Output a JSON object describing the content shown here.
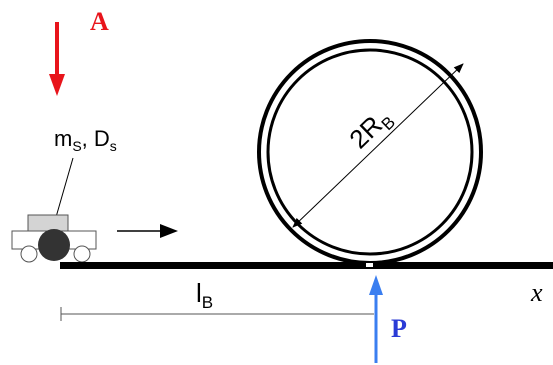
{
  "labels": {
    "point_a": "A",
    "point_p": "P",
    "mass_main": "m",
    "mass_sub": "S",
    "separator": ", ",
    "diameter_main": "D",
    "diameter_sub": "s",
    "loop_prefix": "2R",
    "loop_sub": "B",
    "length_main": "l",
    "length_sub": "B",
    "x_axis": "x"
  },
  "colors": {
    "point_a": "#e8141b",
    "point_p": "#2b3bd6",
    "arrow_a": "#e8141b",
    "arrow_p": "#3a7ef0",
    "ink": "#000000",
    "car_body": "#d4d4d4",
    "wheel": "#333333"
  },
  "icons": {
    "car": "cart-icon",
    "ball": "ball-icon"
  }
}
